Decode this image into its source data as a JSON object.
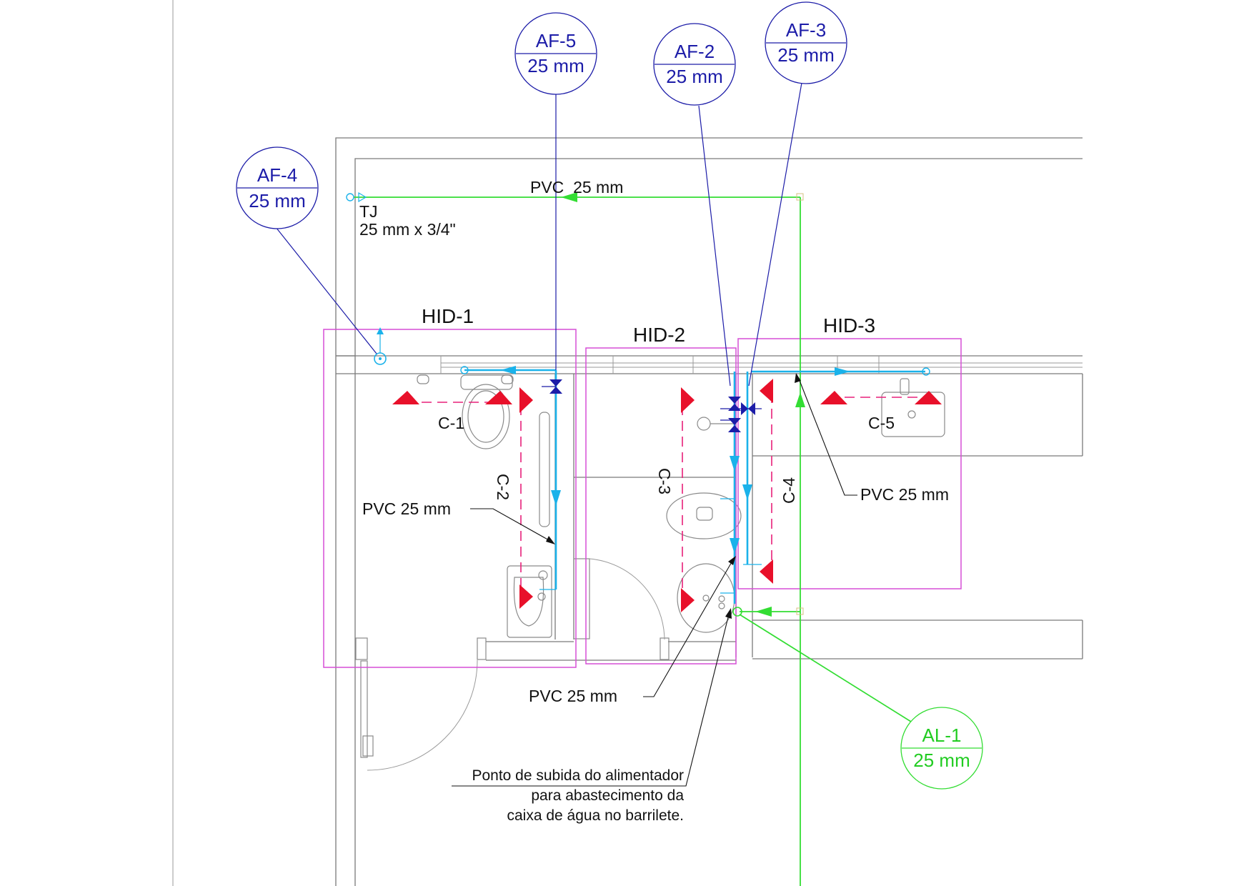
{
  "tags": {
    "af5": {
      "id": "AF-5",
      "size": "25 mm"
    },
    "af2": {
      "id": "AF-2",
      "size": "25 mm"
    },
    "af3": {
      "id": "AF-3",
      "size": "25 mm"
    },
    "af4": {
      "id": "AF-4",
      "size": "25 mm"
    },
    "al1": {
      "id": "AL-1",
      "size": "25 mm"
    }
  },
  "zones": {
    "hid1": "HID-1",
    "hid2": "HID-2",
    "hid3": "HID-3"
  },
  "cuts": {
    "c1": "C-1",
    "c2": "C-2",
    "c3": "C-3",
    "c4": "C-4",
    "c5": "C-5"
  },
  "pipe_labels": {
    "top": "PVC  25 mm",
    "left": "PVC 25 mm",
    "bottom": "PVC 25 mm",
    "right": "PVC 25 mm"
  },
  "tj": {
    "line1": "TJ",
    "line2": "25 mm x 3/4\""
  },
  "note": {
    "line1": "Ponto de subida do alimentador",
    "line2": "para abastecimento da",
    "line3": "caixa de água no barrilete."
  },
  "colors": {
    "pipe_cold": "#1ab2ea",
    "pipe_feed": "#33dd33",
    "section_marker": "#e8102a",
    "zone_outline": "#d64fd6",
    "tag_blue": "#1c1ca8",
    "tag_green": "#22cc22"
  }
}
